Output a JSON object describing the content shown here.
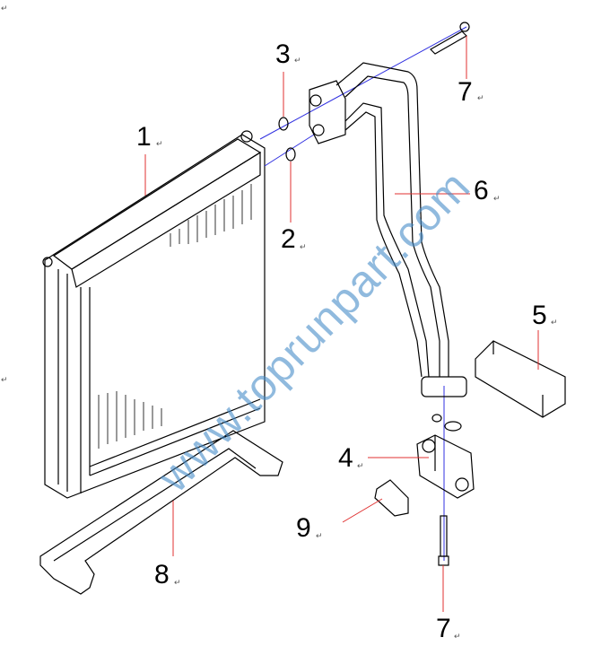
{
  "diagram": {
    "callouts": [
      {
        "id": "callout-1",
        "text": "1"
      },
      {
        "id": "callout-2",
        "text": "2"
      },
      {
        "id": "callout-3",
        "text": "3"
      },
      {
        "id": "callout-4",
        "text": "4"
      },
      {
        "id": "callout-5",
        "text": "5"
      },
      {
        "id": "callout-6",
        "text": "6"
      },
      {
        "id": "callout-7-top",
        "text": "7"
      },
      {
        "id": "callout-7-bottom",
        "text": "7"
      },
      {
        "id": "callout-8",
        "text": "8"
      },
      {
        "id": "callout-9",
        "text": "9"
      }
    ],
    "paragraph_mark": "↵",
    "watermark": "www.toprunpart.com",
    "colors": {
      "leader": "#e03030",
      "pipe_axis": "#3030e0",
      "outline": "#000000",
      "watermark": "#468cc8"
    }
  }
}
